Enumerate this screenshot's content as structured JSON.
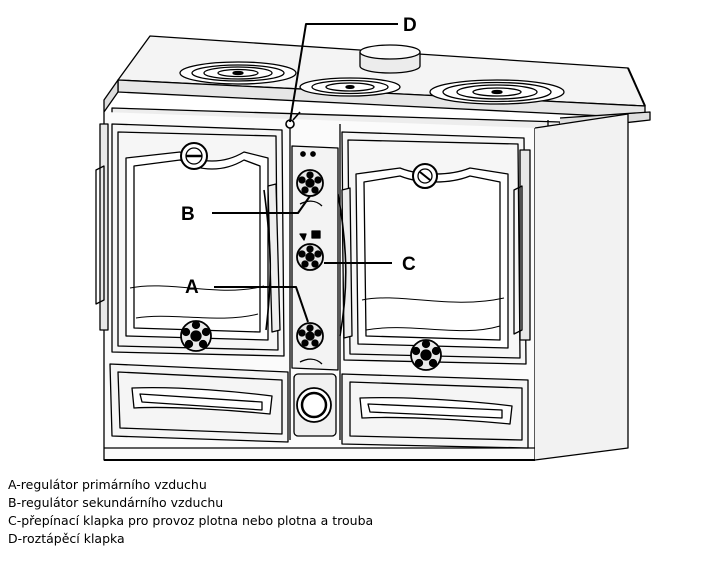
{
  "callouts": {
    "a": "A",
    "b": "B",
    "c": "C",
    "d": "D"
  },
  "legend": [
    "A-regulátor primárního vzduchu",
    "B-regulátor sekundárního vzduchu",
    "C-přepínací klapka pro provoz plotna nebo plotna a trouba",
    "D-roztápěcí klapka"
  ]
}
